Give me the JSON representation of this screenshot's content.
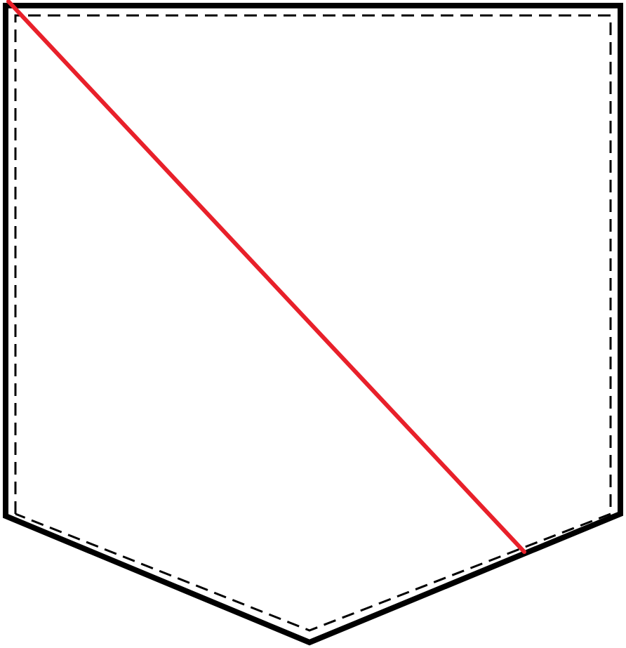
{
  "diagram": {
    "shape": "pocket",
    "elements": [
      {
        "name": "pocket-outline",
        "style": "solid"
      },
      {
        "name": "stitch-line",
        "style": "dashed"
      },
      {
        "name": "diagonal-line",
        "style": "solid"
      }
    ]
  },
  "colors": {
    "background": "#ffffff",
    "outline": "#000000",
    "stitch": "#000000",
    "diagonal": "#e8202a"
  }
}
